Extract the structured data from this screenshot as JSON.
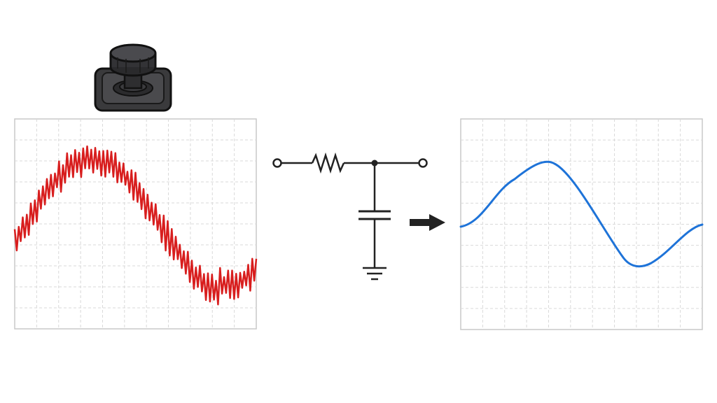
{
  "diagram": {
    "joystick": {
      "icon": "joystick-icon"
    },
    "input_plot": {
      "signal": "noisy-sine",
      "line_color": "#d81e1e"
    },
    "filter_circuit": {
      "components": [
        "input-terminal",
        "resistor",
        "junction-node",
        "output-terminal",
        "capacitor",
        "ground"
      ],
      "wire_color": "#222222"
    },
    "arrow": {
      "icon": "right-arrow-icon",
      "color": "#222222"
    },
    "output_plot": {
      "signal": "smooth-sine",
      "line_color": "#1e73d8"
    },
    "grid": {
      "line_color": "#d9d9d9",
      "border_color": "#c8c8c8"
    }
  }
}
